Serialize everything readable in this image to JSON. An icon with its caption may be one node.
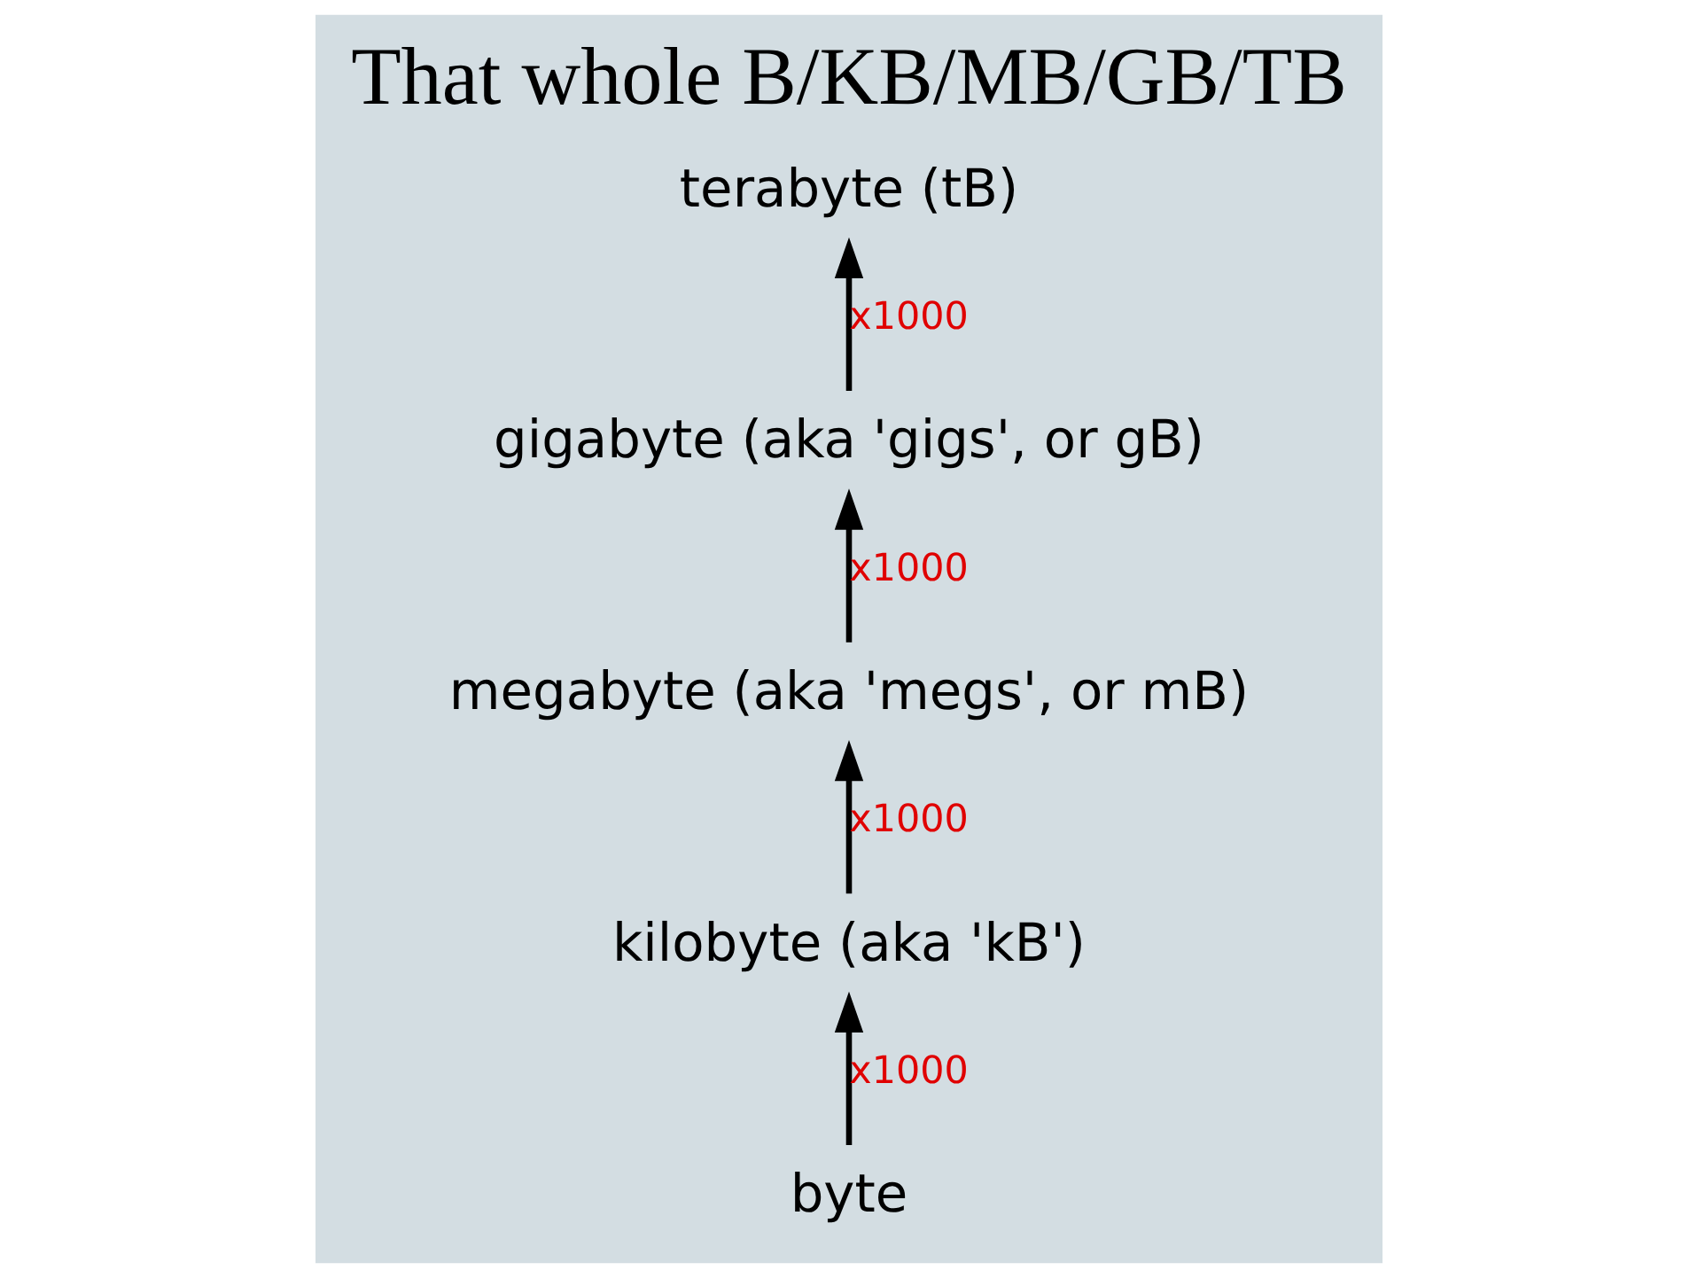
{
  "diagram": {
    "title": "That whole B/KB/MB/GB/TB",
    "nodes": [
      {
        "text": [
          "byte"
        ]
      },
      {
        "text": [
          "kilobyte (aka 'kB')"
        ]
      },
      {
        "text": [
          "megabyte (aka 'megs', or mB)"
        ]
      },
      {
        "text": [
          "gigabyte (aka 'gigs', or gB)"
        ]
      },
      {
        "text": [
          "terabyte (tB)"
        ]
      }
    ],
    "edges": [
      {
        "from": 0,
        "to": 1,
        "arrow": "to",
        "label": "x1000"
      },
      {
        "from": 1,
        "to": 2,
        "arrow": "to",
        "label": "x1000"
      },
      {
        "from": 2,
        "to": 3,
        "arrow": "to",
        "label": "x1000"
      },
      {
        "from": 3,
        "to": 4,
        "arrow": "to",
        "label": "x1000"
      }
    ]
  }
}
